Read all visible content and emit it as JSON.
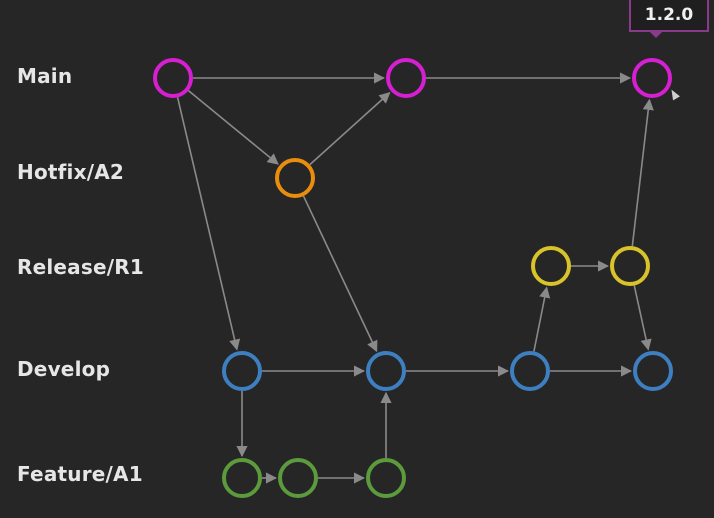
{
  "lanes": {
    "main": "Main",
    "hotfix": "Hotfix/A2",
    "release": "Release/R1",
    "develop": "Develop",
    "feature": "Feature/A1"
  },
  "tag": {
    "label": "1.2.0"
  },
  "colors": {
    "background": "#262626",
    "main": "#d61fd0",
    "hotfix": "#e88d0c",
    "release": "#d8c32a",
    "develop": "#3d7fc0",
    "feature": "#5c9a3e",
    "edge": "#8a8a8a"
  },
  "commits": [
    {
      "id": "m1",
      "lane": "main"
    },
    {
      "id": "m2",
      "lane": "main"
    },
    {
      "id": "m3",
      "lane": "main"
    },
    {
      "id": "h1",
      "lane": "hotfix"
    },
    {
      "id": "r1",
      "lane": "release"
    },
    {
      "id": "r2",
      "lane": "release"
    },
    {
      "id": "d1",
      "lane": "develop"
    },
    {
      "id": "d2",
      "lane": "develop"
    },
    {
      "id": "d3",
      "lane": "develop"
    },
    {
      "id": "d4",
      "lane": "develop"
    },
    {
      "id": "f1",
      "lane": "feature"
    },
    {
      "id": "f2",
      "lane": "feature"
    },
    {
      "id": "f3",
      "lane": "feature"
    }
  ],
  "edges": [
    [
      "m1",
      "m2"
    ],
    [
      "m2",
      "m3"
    ],
    [
      "m1",
      "h1"
    ],
    [
      "h1",
      "m2"
    ],
    [
      "m1",
      "d1"
    ],
    [
      "h1",
      "d2"
    ],
    [
      "d1",
      "d2"
    ],
    [
      "d2",
      "d3"
    ],
    [
      "d3",
      "d4"
    ],
    [
      "d3",
      "r1"
    ],
    [
      "r1",
      "r2"
    ],
    [
      "r2",
      "m3"
    ],
    [
      "r2",
      "d4"
    ],
    [
      "d1",
      "f1"
    ],
    [
      "f1",
      "f2"
    ],
    [
      "f2",
      "f3"
    ],
    [
      "f3",
      "d2"
    ]
  ]
}
